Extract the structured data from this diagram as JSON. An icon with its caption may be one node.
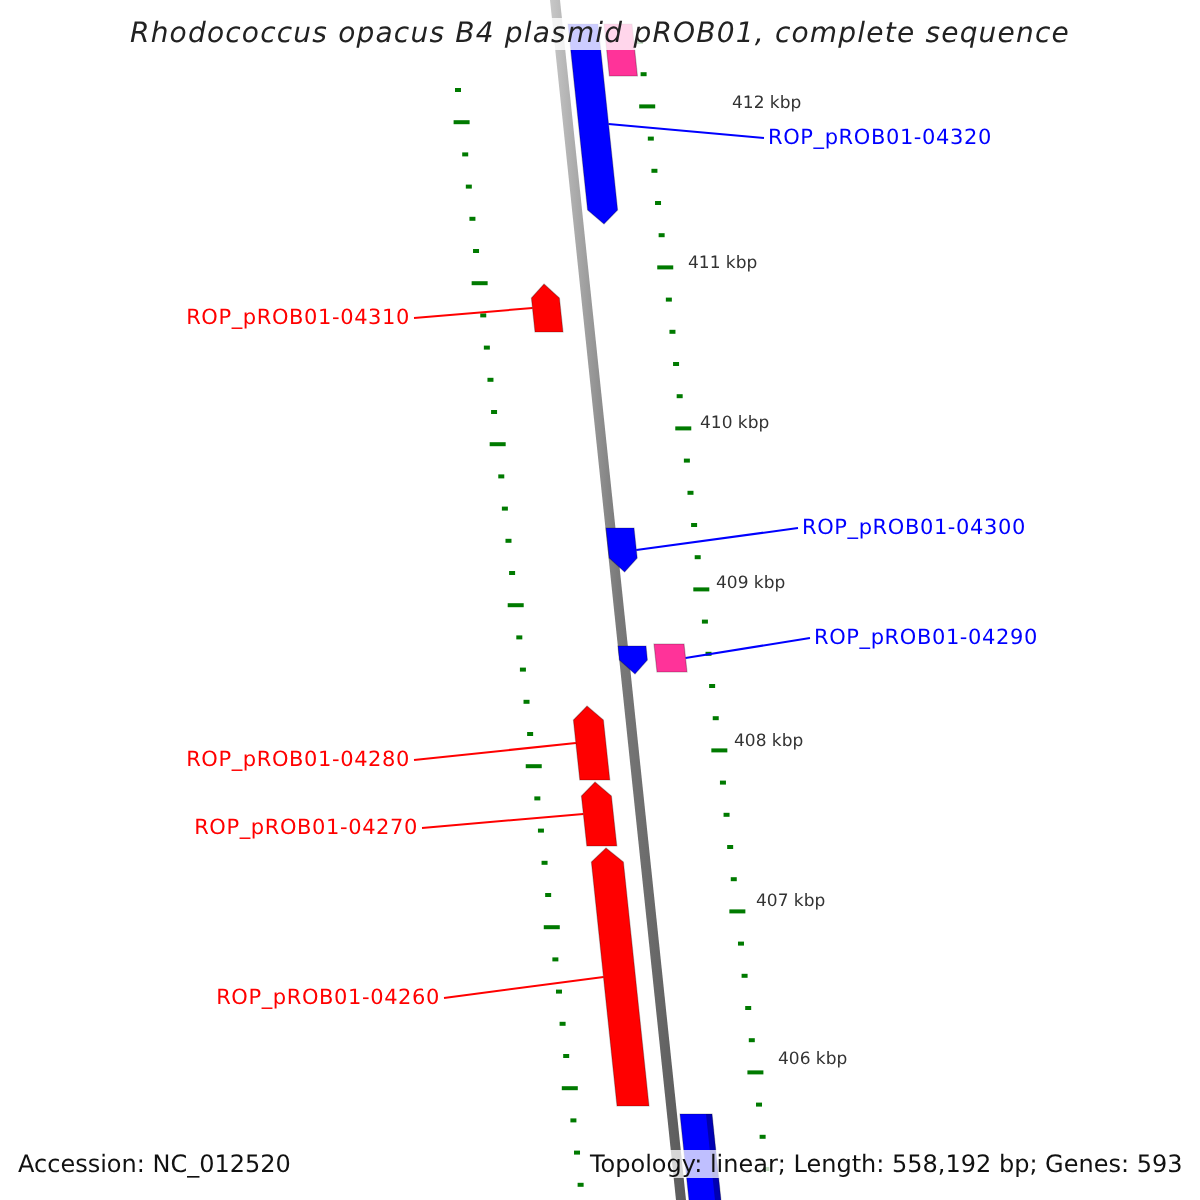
{
  "diagram": {
    "title": "Rhodococcus opacus B4 plasmid pROB01, complete sequence",
    "nodes": [
      {
        "text": [],
        "shape": "box"
      },
      {
        "text": [],
        "shape": "arrow"
      },
      {
        "text": [
          "ROP_pROB01-04320"
        ]
      },
      {
        "text": [
          "ROP_pROB01-04310"
        ]
      },
      {
        "text": [],
        "shape": "arrow"
      },
      {
        "text": [],
        "shape": "arrow"
      },
      {
        "text": [
          "ROP_pROB01-04300"
        ]
      },
      {
        "text": [],
        "shape": "arrow"
      },
      {
        "text": [],
        "shape": "box"
      },
      {
        "text": [
          "ROP_pROB01-04290"
        ]
      },
      {
        "text": [],
        "shape": "arrow"
      },
      {
        "text": [
          "ROP_pROB01-04280"
        ]
      },
      {
        "text": [],
        "shape": "arrow"
      },
      {
        "text": [
          "ROP_pROB01-04270"
        ]
      },
      {
        "text": [],
        "shape": "arrow"
      },
      {
        "text": [
          "ROP_pROB01-04260"
        ]
      },
      {
        "text": [],
        "shape": "bar"
      }
    ],
    "edges": [
      {
        "from": 2,
        "to": 1,
        "arrow": "none",
        "color": "#0000ff"
      },
      {
        "from": 3,
        "to": 4,
        "arrow": "none",
        "color": "#ff0000"
      },
      {
        "from": 6,
        "to": 5,
        "arrow": "none",
        "color": "#0000ff"
      },
      {
        "from": 9,
        "to": 8,
        "arrow": "none",
        "color": "#0000ff"
      },
      {
        "from": 11,
        "to": 10,
        "arrow": "none",
        "color": "#ff0000"
      },
      {
        "from": 13,
        "to": 12,
        "arrow": "none",
        "color": "#ff0000"
      },
      {
        "from": 15,
        "to": 14,
        "arrow": "none",
        "color": "#ff0000"
      }
    ],
    "labels": [
      "412 kbp",
      "411 kbp",
      "410 kbp",
      "409 kbp",
      "408 kbp",
      "407 kbp",
      "406 kbp",
      "Accession: NC_012520",
      "Topology: linear; Length: 558,192 bp; Genes: 593"
    ]
  }
}
